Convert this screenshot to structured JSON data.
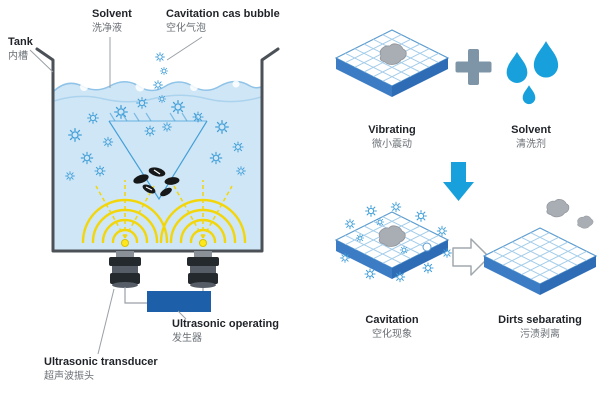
{
  "diagram": {
    "tank": {
      "en": "Tank",
      "zh": "内槽"
    },
    "solvent_top": {
      "en": "Solvent",
      "zh": "洗净液"
    },
    "cavitation_bubble": {
      "en": "Cavitation cas bubble",
      "zh": "空化气泡"
    },
    "ultrasonic_operating": {
      "en": "Ultrasonic operating",
      "zh": "发生器"
    },
    "ultrasonic_transducer": {
      "en": "Ultrasonic transducer",
      "zh": "超声波振头"
    },
    "vibrating": {
      "en": "Vibrating",
      "zh": "微小震动"
    },
    "solvent_right": {
      "en": "Solvent",
      "zh": "清洗剂"
    },
    "cavitation": {
      "en": "Cavitation",
      "zh": "空化现象"
    },
    "dirts_separating": {
      "en": "Dirts sebarating",
      "zh": "污渍剥离"
    }
  },
  "icons": {
    "bubble-icon": "cavitation bubble (asterisk/gear ring)",
    "ultrasonic-wave-icon": "concentric yellow arcs",
    "water-drop-icon": "teardrop",
    "plus-icon": "plus sign",
    "down-arrow-icon": "solid blue down arrow",
    "right-arrow-icon": "white outline right arrow",
    "dirt-blob-icon": "gray irregular dirt blob",
    "grid-surface-icon": "isometric gridded surface tile"
  },
  "colors": {
    "water": "#cfe6f6",
    "water-line": "#8fc3e8",
    "bubble": "#44a0d8",
    "wave": "#f2d60a",
    "tank-outline": "#4b5157",
    "generator": "#1d5fa8",
    "tile-edge": "#5b9bd0",
    "tile-grid": "#a5cdea",
    "tile-side": "#2e6cb6",
    "tile-side-light": "#3b7cc4",
    "droplet": "#18a0dc",
    "arrow-blue": "#18a0dc",
    "plus-gray": "#7e95a8",
    "dirt-gray": "#a9aeb4",
    "dirt-black": "#17181a",
    "leader": "#9aa0a6",
    "metal-dark": "#24292e",
    "metal-mid": "#565d66",
    "metal-light": "#8a9098",
    "text-dark": "#1f2328",
    "text-gray": "#6b7076"
  }
}
